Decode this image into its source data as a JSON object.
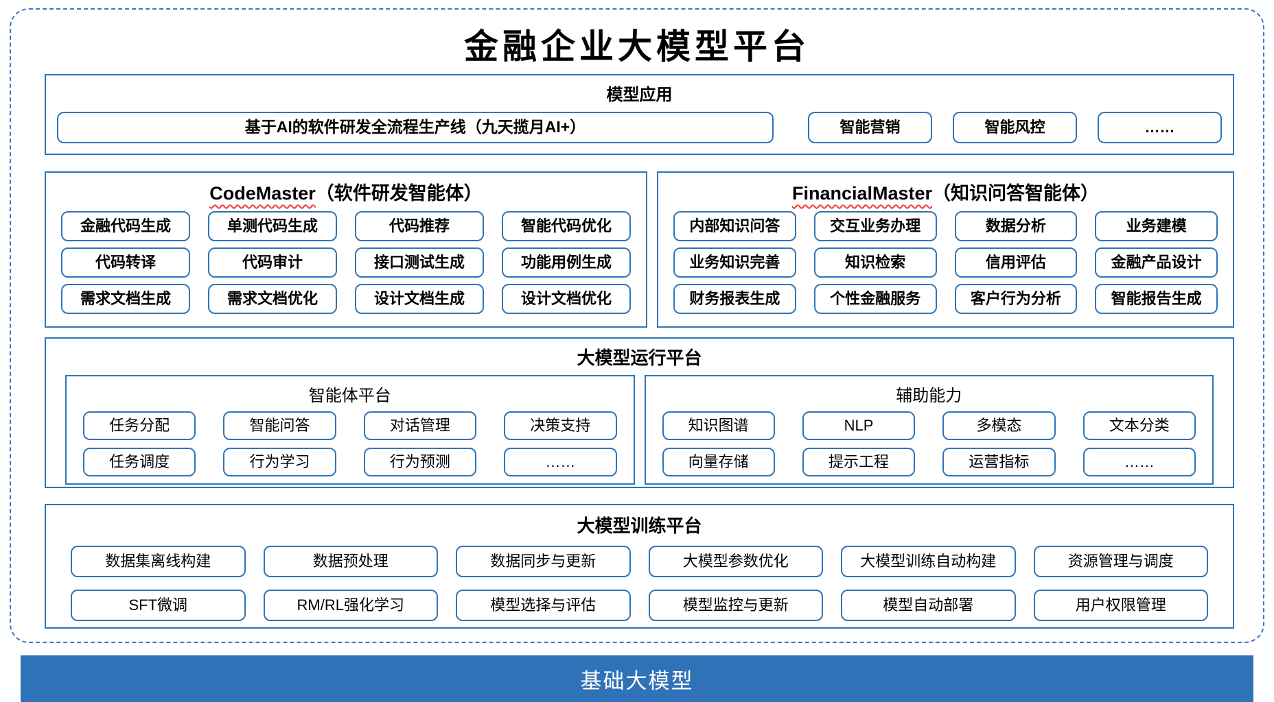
{
  "title": "金融企业大模型平台",
  "colors": {
    "section_border": "#2E75B6",
    "dashed_frame": "#4472C4",
    "foundation_bar": "#3072B8",
    "squiggle_red": "#F23A2F"
  },
  "model_application": {
    "header": "模型应用",
    "wide_item": "基于AI的软件研发全流程生产线（九天揽月AI+）",
    "items": [
      "智能营销",
      "智能风控",
      "……"
    ]
  },
  "agents": [
    {
      "name": "CodeMaster",
      "suffix": "（软件研发智能体）",
      "items": [
        "金融代码生成",
        "单测代码生成",
        "代码推荐",
        "智能代码优化",
        "代码转译",
        "代码审计",
        "接口测试生成",
        "功能用例生成",
        "需求文档生成",
        "需求文档优化",
        "设计文档生成",
        "设计文档优化"
      ]
    },
    {
      "name": "FinancialMaster",
      "suffix": "（知识问答智能体）",
      "items": [
        "内部知识问答",
        "交互业务办理",
        "数据分析",
        "业务建模",
        "业务知识完善",
        "知识检索",
        "信用评估",
        "金融产品设计",
        "财务报表生成",
        "个性金融服务",
        "客户行为分析",
        "智能报告生成"
      ]
    }
  ],
  "runtime_platform": {
    "header": "大模型运行平台",
    "groups": [
      {
        "header": "智能体平台",
        "items": [
          "任务分配",
          "智能问答",
          "对话管理",
          "决策支持",
          "任务调度",
          "行为学习",
          "行为预测",
          "……"
        ]
      },
      {
        "header": "辅助能力",
        "items": [
          "知识图谱",
          "NLP",
          "多模态",
          "文本分类",
          "向量存储",
          "提示工程",
          "运营指标",
          "……"
        ]
      }
    ]
  },
  "training_platform": {
    "header": "大模型训练平台",
    "items": [
      "数据集离线构建",
      "数据预处理",
      "数据同步与更新",
      "大模型参数优化",
      "大模型训练自动构建",
      "资源管理与调度",
      "SFT微调",
      "RM/RL强化学习",
      "模型选择与评估",
      "模型监控与更新",
      "模型自动部署",
      "用户权限管理"
    ]
  },
  "foundation": {
    "label": "基础大模型"
  }
}
